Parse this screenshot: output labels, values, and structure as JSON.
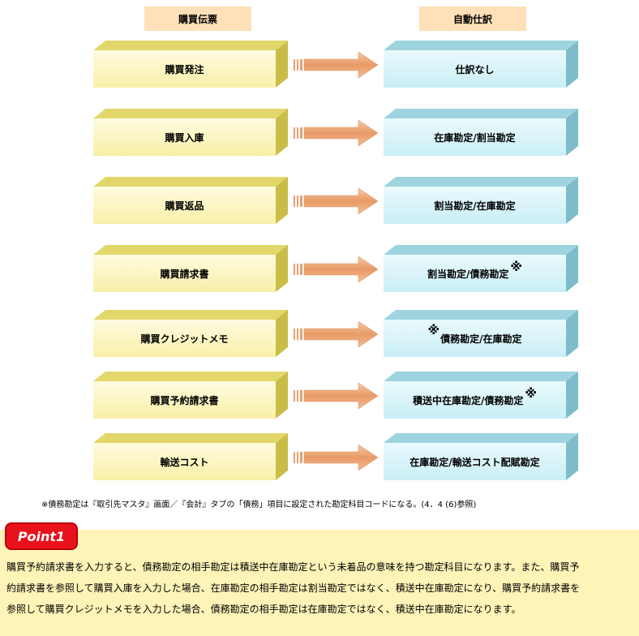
{
  "headers": {
    "left": "購買伝票",
    "right": "自動仕訳"
  },
  "rows": [
    {
      "voucher": "購買発注",
      "journal": "仕訳なし"
    },
    {
      "voucher": "購買入庫",
      "journal": "在庫勘定/割当勘定"
    },
    {
      "voucher": "購買返品",
      "journal": "割当勘定/在庫勘定"
    },
    {
      "voucher": "購買請求書",
      "journal": "割当勘定/債務勘定"
    },
    {
      "voucher": "購買クレジットメモ",
      "journal": "債務勘定/在庫勘定"
    },
    {
      "voucher": "購買予約請求書",
      "journal": "積送中在庫勘定/債務勘定"
    },
    {
      "voucher": "輸送コスト",
      "journal": "在庫勘定/輸送コスト配賦勘定"
    }
  ],
  "note_mark": "※",
  "footnote": "※債務勘定は『取引先マスタ』画面／『会計』タブの「債務」項目に設定された勘定科目コードになる。(4．4 (6)参照)",
  "point": {
    "badge": "Point1",
    "lines": [
      "購買予約請求書を入力すると、債務勘定の相手勘定は積送中在庫勘定という未着品の意味を持つ勘定科目になります。また、購買予",
      "約請求書を参照して購買入庫を入力した場合、在庫勘定の相手勘定は割当勘定ではなく、積送中在庫勘定になり、購買予約請求書を",
      "参照して購買クレジットメモを入力した場合、債務勘定の相手勘定は在庫勘定ではなく、積送中在庫勘定になります。"
    ]
  },
  "colors": {
    "header_bg": "#ffe0b8",
    "voucher_box": "#f8f0a8",
    "journal_box": "#c9eef6",
    "arrow": "#e8a070",
    "point_badge": "#e8121c",
    "point_panel": "#fff4b8"
  }
}
